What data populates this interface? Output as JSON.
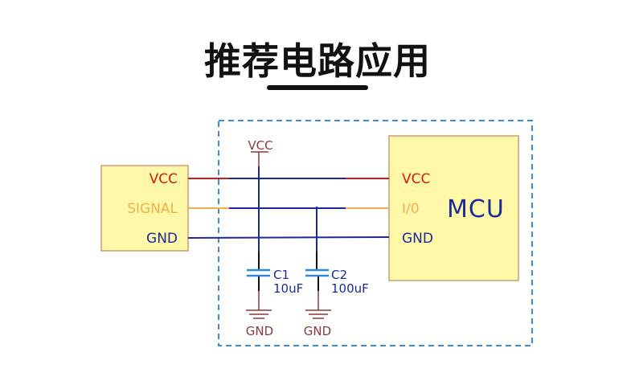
{
  "title": "推荐电路应用",
  "colors": {
    "vcc": "#d11a1a",
    "signal": "#f0b050",
    "gnd": "#1c2a9a",
    "wire": "#1c2a9a",
    "cap": "#2a8ae0",
    "ground_symbol": "#8b3a3a",
    "box_fill": "#fff8a8",
    "box_border": "#c8a070",
    "dashed": "#3a8ee0"
  },
  "left_module": {
    "pins": [
      "VCC",
      "SIGNAL",
      "GND"
    ]
  },
  "vcc_source": "VCC",
  "mcu": {
    "name": "MCU",
    "pins": [
      "VCC",
      "I/0",
      "GND"
    ]
  },
  "capacitors": [
    {
      "ref": "C1",
      "value": "10uF",
      "ground_label": "GND"
    },
    {
      "ref": "C2",
      "value": "100uF",
      "ground_label": "GND"
    }
  ]
}
